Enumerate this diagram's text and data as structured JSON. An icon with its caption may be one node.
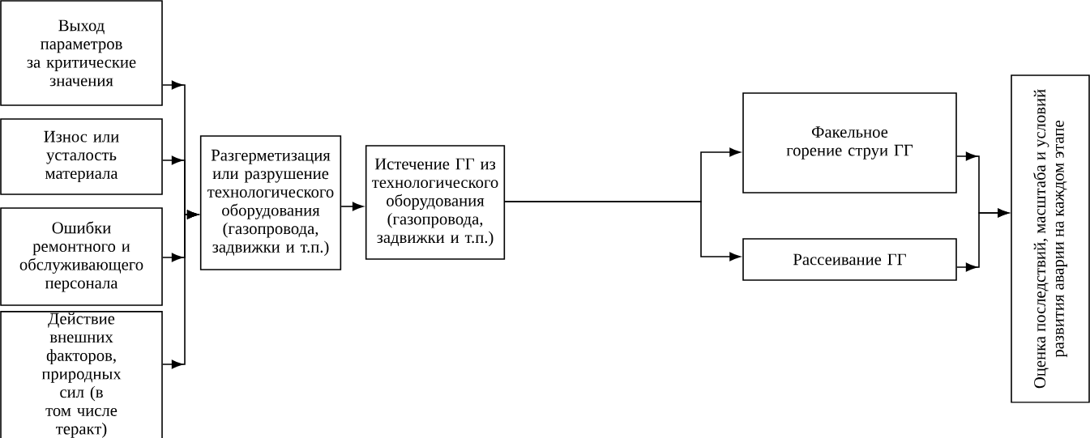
{
  "diagram": {
    "nodes": [
      {
        "text": [
          "Выход параметров за критические значения"
        ]
      },
      {
        "text": [
          "Износ или усталость материала"
        ]
      },
      {
        "text": [
          "Ошибки ремонтного и обслуживающего персонала"
        ]
      },
      {
        "text": [
          "Действие внешних факторов, природных сил (в том числе теракт)"
        ]
      },
      {
        "text": [
          "Разгерметизация или разрушение технологического оборудования (газопровода, задвижки и т.п.)"
        ]
      },
      {
        "text": [
          "Истечение ГГ из технологического оборудования (газопровода, задвижки и т.п.)"
        ]
      },
      {
        "text": [
          "Факельное горение струи ГГ"
        ]
      },
      {
        "text": [
          "Рассеивание ГГ"
        ]
      },
      {
        "text": [
          "Оценка последствий, масштаба и условий развития аварии на каждом этапе"
        ]
      }
    ],
    "edges": [
      {
        "from": 0,
        "to": 4,
        "arrow": "to"
      },
      {
        "from": 1,
        "to": 4,
        "arrow": "to"
      },
      {
        "from": 2,
        "to": 4,
        "arrow": "to"
      },
      {
        "from": 3,
        "to": 4,
        "arrow": "to"
      },
      {
        "from": 4,
        "to": 5,
        "arrow": "to"
      },
      {
        "from": 5,
        "to": 6,
        "arrow": "to"
      },
      {
        "from": 5,
        "to": 7,
        "arrow": "to"
      },
      {
        "from": 6,
        "to": 8,
        "arrow": "to"
      },
      {
        "from": 7,
        "to": 8,
        "arrow": "to"
      }
    ]
  }
}
